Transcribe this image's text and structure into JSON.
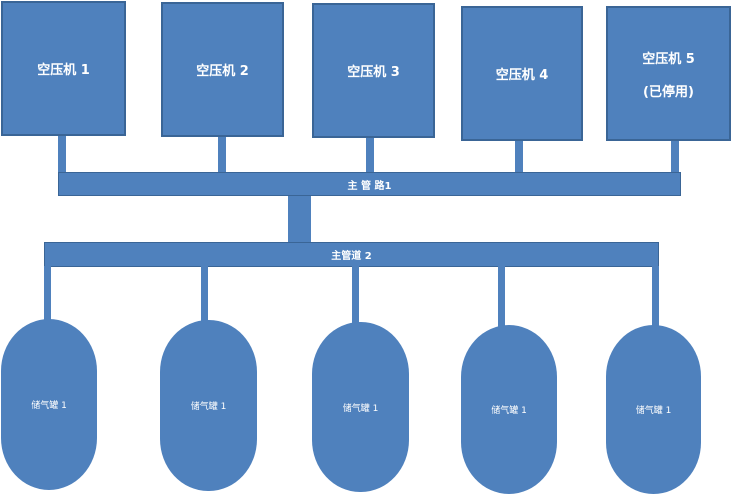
{
  "compressors": [
    {
      "label": "空压机 1"
    },
    {
      "label": "空压机 2"
    },
    {
      "label": "空压机 3"
    },
    {
      "label": "空压机 4"
    },
    {
      "label": "空压机 5",
      "status": "(已停用)"
    }
  ],
  "main_pipe_1": {
    "label": "主 管 路1"
  },
  "main_pipe_2": {
    "label": "主管道 2"
  },
  "tanks": [
    {
      "label": "储气罐 1"
    },
    {
      "label": "储气罐 1"
    },
    {
      "label": "储气罐 1"
    },
    {
      "label": "储气罐 1"
    },
    {
      "label": "储气罐 1"
    }
  ],
  "colors": {
    "fill": "#4f81bd",
    "border": "#3a6596"
  }
}
